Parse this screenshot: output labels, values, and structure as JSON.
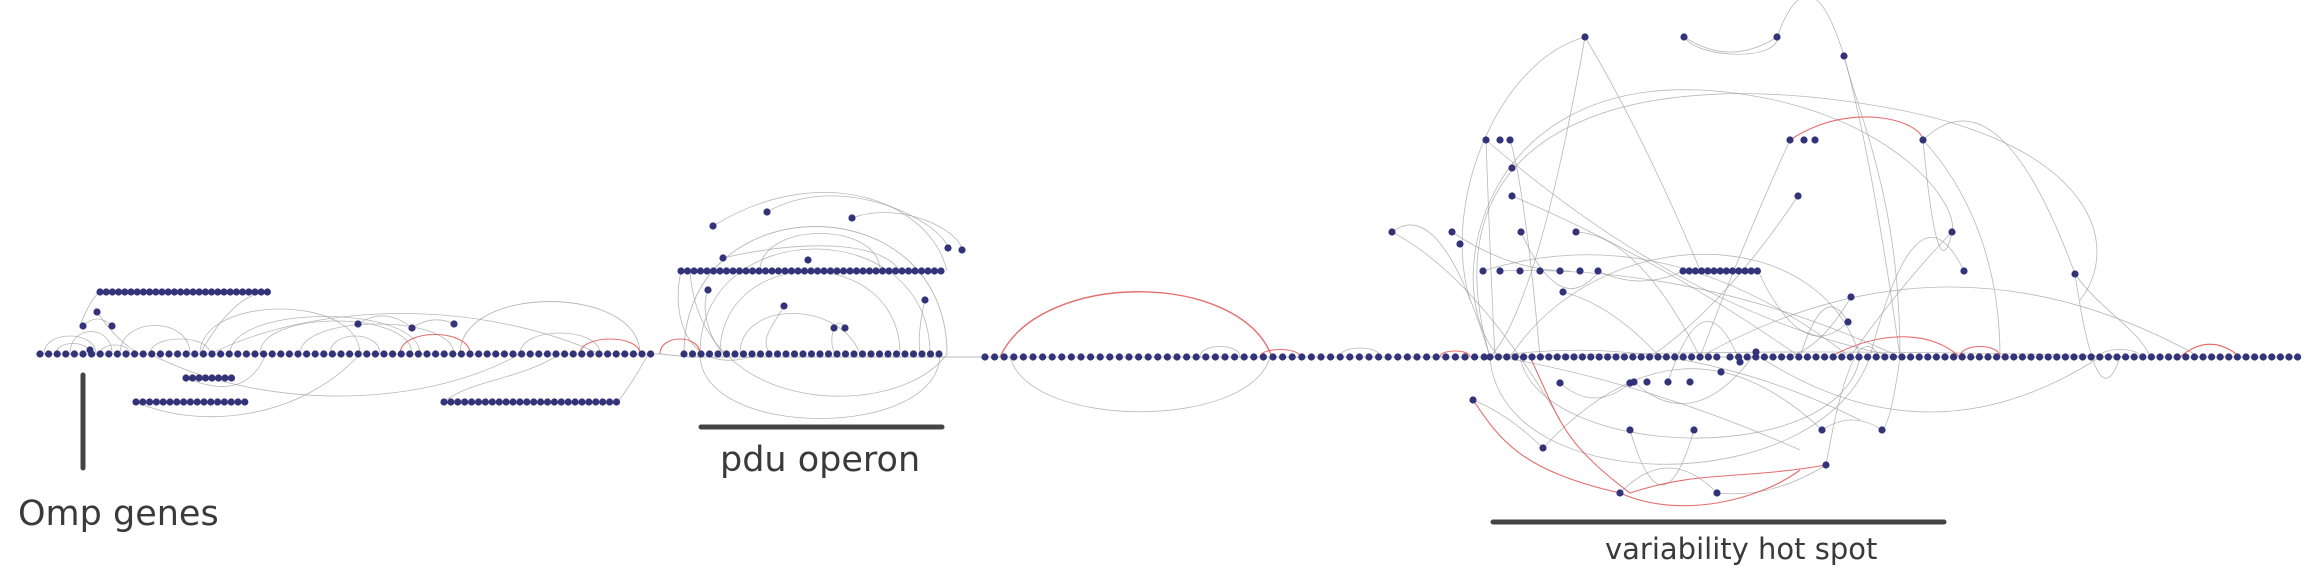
{
  "labels": {
    "omp": "Omp genes",
    "pdu": "pdu operon",
    "variability": "variability hot spot"
  },
  "colors": {
    "node": "#33337a",
    "edge": "#9a9a9a",
    "edge_highlight": "#e05555",
    "bracket": "#444444",
    "text": "#3a3a3a"
  }
}
